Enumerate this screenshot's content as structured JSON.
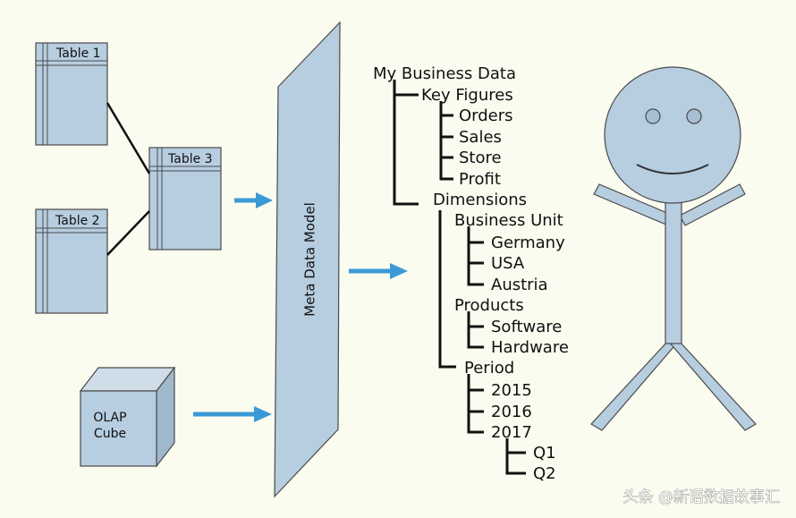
{
  "tables": {
    "table1": "Table 1",
    "table2": "Table 2",
    "table3": "Table 3"
  },
  "olap_cube": {
    "line1": "OLAP",
    "line2": "Cube"
  },
  "meta_model_label": "Meta Data Model",
  "tree": {
    "root": "My Business Data",
    "key_figures": "Key Figures",
    "orders": "Orders",
    "sales": "Sales",
    "store": "Store",
    "profit": "Profit",
    "dimensions": "Dimensions",
    "business_unit": "Business Unit",
    "germany": "Germany",
    "usa": "USA",
    "austria": "Austria",
    "products": "Products",
    "software": "Software",
    "hardware": "Hardware",
    "period": "Period",
    "y2015": "2015",
    "y2016": "2016",
    "y2017": "2017",
    "q1": "Q1",
    "q2": "Q2"
  },
  "watermark": "头条 @新语数据故事汇",
  "colors": {
    "background": "#fbfcf0",
    "shape_fill": "#b7cde0",
    "arrow": "#3b9ad6",
    "outline": "#444444"
  }
}
